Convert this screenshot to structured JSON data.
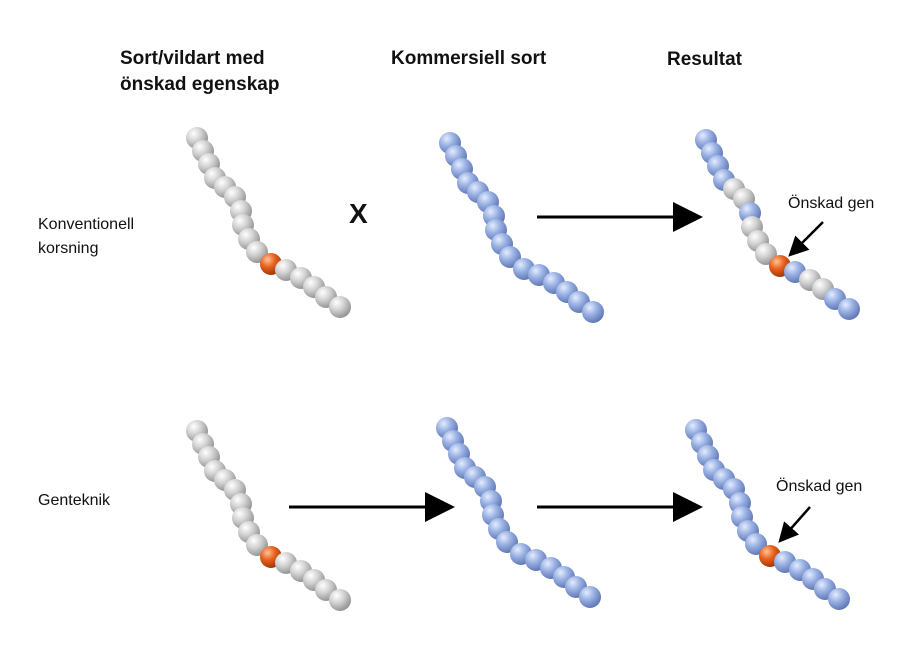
{
  "headers": {
    "col1_line1": "Sort/vildart med",
    "col1_line2": "önskad egenskap",
    "col2": "Kommersiell sort",
    "col3": "Resultat"
  },
  "rows": {
    "row1_line1": "Konventionell",
    "row1_line2": "korsning",
    "row2": "Genteknik"
  },
  "cross_symbol": "X",
  "annotations": {
    "desired_gene_top": "Önskad gen",
    "desired_gene_bottom": "Önskad gen"
  },
  "colors": {
    "wild_bead": "#c4c4c4",
    "commercial_bead": "#8fa8dc",
    "desired_gene_bead": "#e8621c",
    "arrow": "#000000"
  },
  "chains": {
    "top_wild": [
      "W",
      "W",
      "W",
      "W",
      "W",
      "W",
      "W",
      "W",
      "W",
      "W",
      "O",
      "W",
      "W",
      "W",
      "W",
      "W"
    ],
    "top_commercial": [
      "B",
      "B",
      "B",
      "B",
      "B",
      "B",
      "B",
      "B",
      "B",
      "B",
      "B",
      "B",
      "B",
      "B",
      "B",
      "B"
    ],
    "top_result": [
      "B",
      "B",
      "B",
      "B",
      "W",
      "W",
      "B",
      "W",
      "W",
      "W",
      "O",
      "B",
      "W",
      "W",
      "B",
      "B"
    ],
    "bottom_wild": [
      "W",
      "W",
      "W",
      "W",
      "W",
      "W",
      "W",
      "W",
      "W",
      "W",
      "O",
      "W",
      "W",
      "W",
      "W",
      "W"
    ],
    "bottom_commercial": [
      "B",
      "B",
      "B",
      "B",
      "B",
      "B",
      "B",
      "B",
      "B",
      "B",
      "B",
      "B",
      "B",
      "B",
      "B",
      "B"
    ],
    "bottom_result": [
      "B",
      "B",
      "B",
      "B",
      "B",
      "B",
      "B",
      "B",
      "B",
      "B",
      "O",
      "B",
      "B",
      "B",
      "B",
      "B"
    ]
  }
}
